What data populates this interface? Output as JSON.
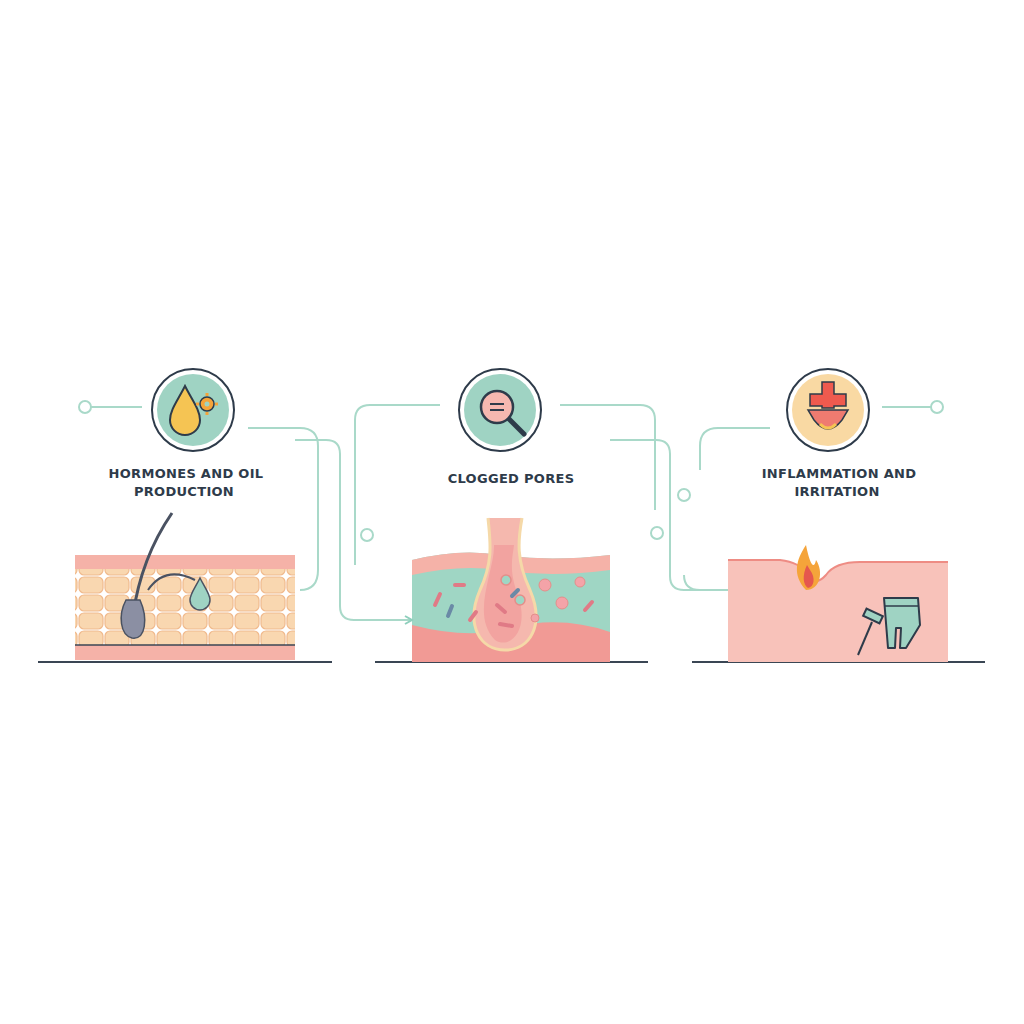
{
  "diagram": {
    "nodes": [
      {
        "text": [
          "HORMONES AND OIL PRODUCTION"
        ]
      },
      {
        "text": [
          "CLOGGED PORES"
        ]
      },
      {
        "text": [
          "INFLAMMATION AND IRRITATION"
        ]
      }
    ],
    "edges": [
      {
        "from": 0,
        "to": 1,
        "arrow": "to"
      },
      {
        "from": 1,
        "to": 2,
        "arrow": "none"
      }
    ]
  }
}
